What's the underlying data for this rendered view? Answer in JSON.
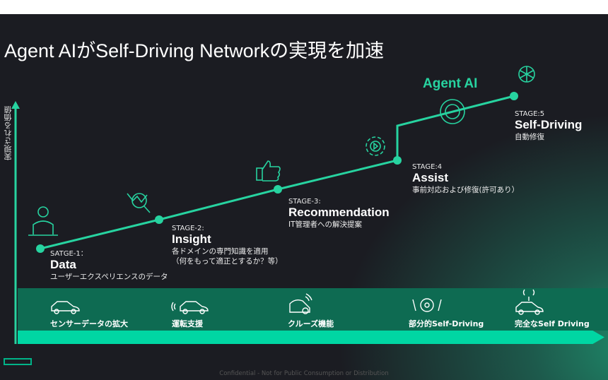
{
  "title": "Agent AIがSelf-Driving Networkの実現を加速",
  "y_axis_label": "実現される価値",
  "agent_label": "Agent AI",
  "stages": [
    {
      "stage": "SATGE-1：",
      "name": "Data",
      "desc": [
        "ユーザーエクスペリエンスのデータ"
      ]
    },
    {
      "stage": "STAGE-2:",
      "name": "Insight",
      "desc": [
        "各ドメインの専門知識を適用",
        "（何をもって適正とするか？等）"
      ]
    },
    {
      "stage": "STAGE-3:",
      "name": "Recommendation",
      "desc": [
        "IT管理者への解決提案"
      ]
    },
    {
      "stage": "STAGE:4",
      "name": "Assist",
      "desc": [
        "事前対応および修復(許可あり）"
      ]
    },
    {
      "stage": "STAGE:5",
      "name": "Self-Driving",
      "desc": [
        "自動修復"
      ]
    }
  ],
  "features": [
    "センサーデータの拡大",
    "運転支援",
    "クルーズ機能",
    "部分的Self-Driving",
    "完全なSelf Driving"
  ],
  "footer": "Confidential - Not for Public Consumption or Distribution",
  "colors": {
    "accent": "#27d3a0",
    "band": "#0e6b52",
    "strip": "#00d6a3",
    "bg": "#1b1c22"
  }
}
